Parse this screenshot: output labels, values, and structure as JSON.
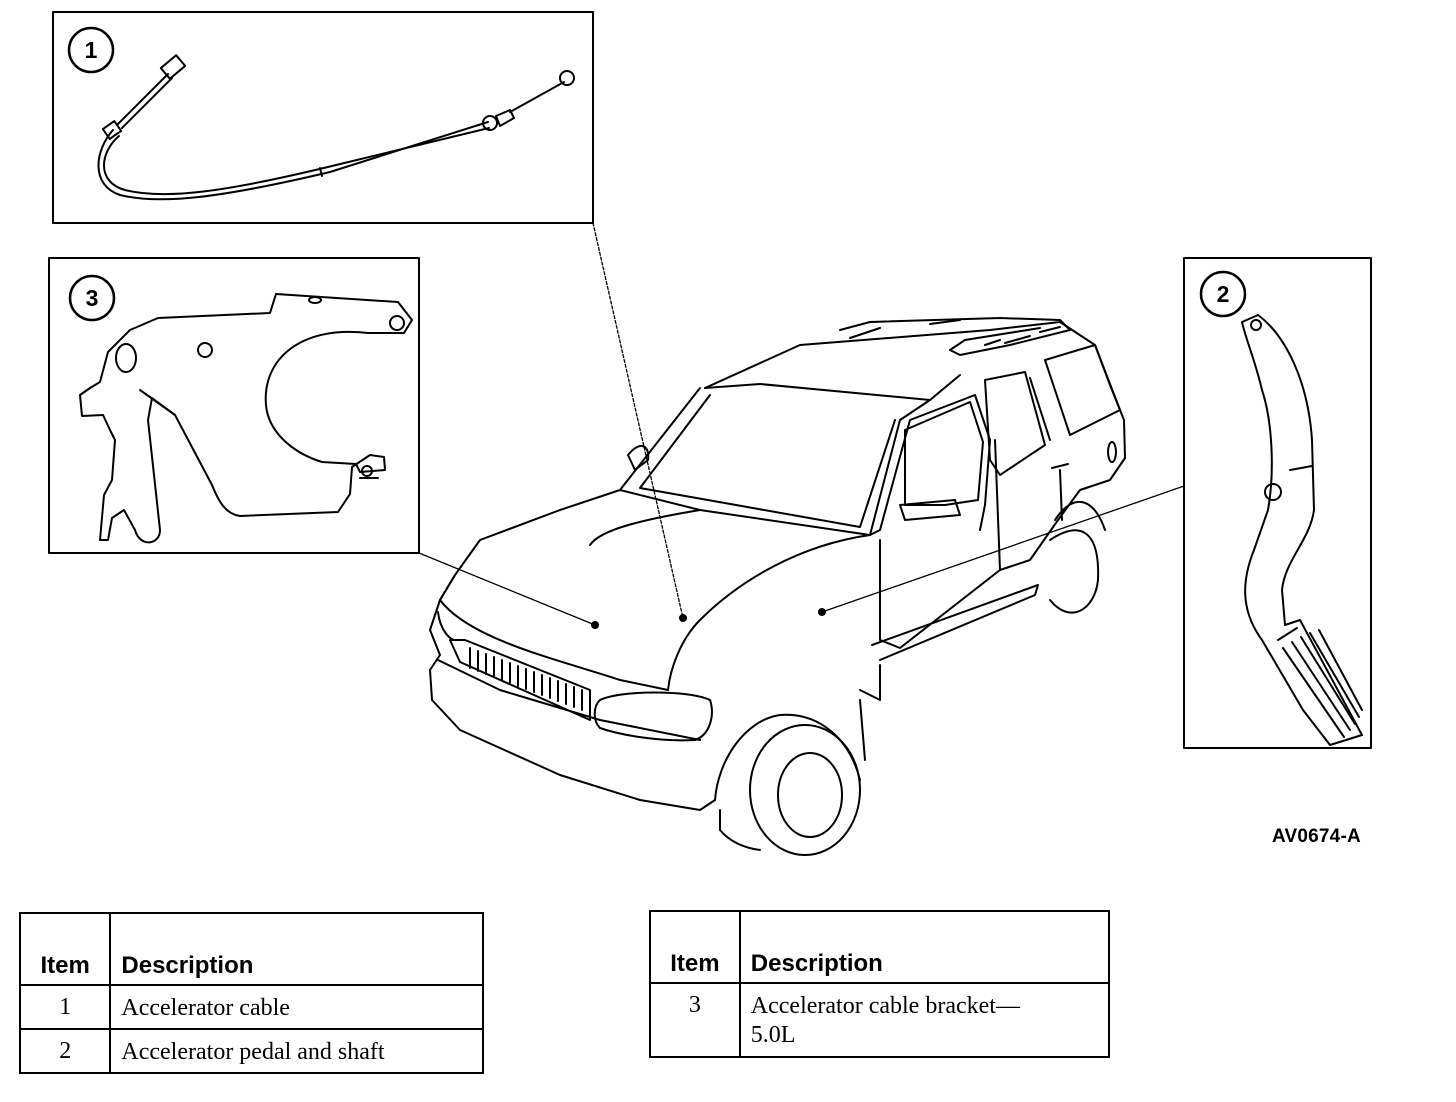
{
  "callouts": [
    "1",
    "2",
    "3"
  ],
  "figure_code": "AV0674-A",
  "tables": [
    {
      "headers": {
        "item": "Item",
        "description": "Description"
      },
      "rows": [
        {
          "item": "1",
          "description": "Accelerator cable"
        },
        {
          "item": "2",
          "description": "Accelerator pedal and shaft"
        }
      ]
    },
    {
      "headers": {
        "item": "Item",
        "description": "Description"
      },
      "rows": [
        {
          "item": "3",
          "description_line1": "Accelerator cable bracket—",
          "description_line2": "5.0L"
        }
      ]
    }
  ]
}
